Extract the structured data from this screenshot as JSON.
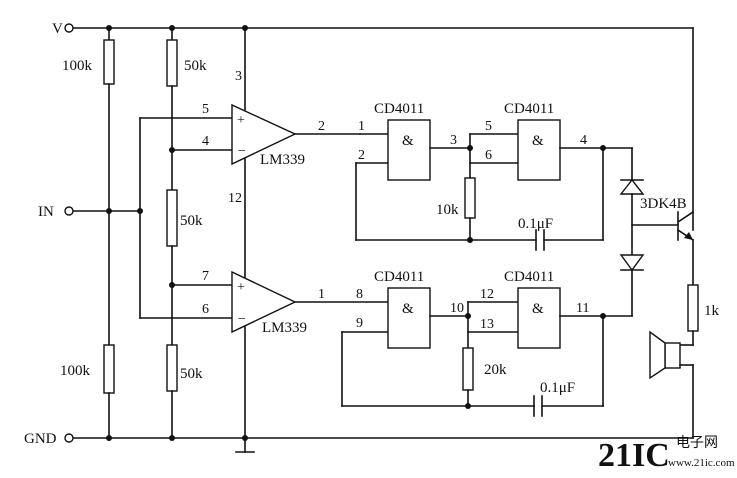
{
  "terminals": {
    "vplus": "V",
    "input": "IN",
    "ground": "GND"
  },
  "resistors": {
    "r_left_top": "100k",
    "r_left_bottom": "100k",
    "r_mid_top": "50k",
    "r_mid_center": "50k",
    "r_mid_bottom": "50k",
    "r_osc_top": "10k",
    "r_osc_bottom": "20k",
    "r_base": "1k"
  },
  "capacitors": {
    "c_top": "0.1μF",
    "c_bottom": "0.1μF"
  },
  "chips": {
    "comparator_top": "LM339",
    "comparator_bottom": "LM339",
    "gate_1": "CD4011",
    "gate_2": "CD4011",
    "gate_3": "CD4011",
    "gate_4": "CD4011",
    "and_symbol": "&"
  },
  "transistor": "3DK4B",
  "pins": {
    "p1": "1",
    "p2": "2",
    "p3": "3",
    "p4": "4",
    "p5": "5",
    "p6": "6",
    "p7": "7",
    "p8": "8",
    "p9": "9",
    "p10": "10",
    "p11": "11",
    "p12": "12",
    "p13": "13",
    "plus": "+",
    "minus": "−"
  },
  "watermark": {
    "logo": "21IC",
    "site": "电子网",
    "url": "www.21ic.com"
  }
}
